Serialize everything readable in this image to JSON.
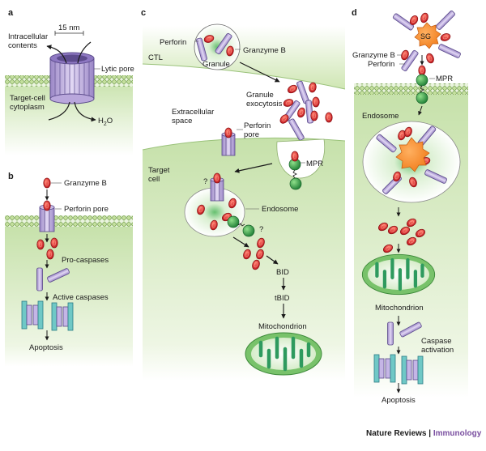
{
  "figure": {
    "credit": {
      "journal": "Nature Reviews",
      "separator": " | ",
      "section": "Immunology"
    },
    "colors": {
      "cytoplasm_green": "#cfe6b3",
      "membrane_green": "#8fbf5a",
      "perforin_purple": "#b8a6d8",
      "perforin_dark": "#6a5a9a",
      "granzyme_red": "#d8242a",
      "mpr_green": "#2f9a46",
      "caspase_teal": "#5cc0c0",
      "sg_orange": "#f58a2a",
      "mitochondrion": "#7cc36a",
      "credit_purple": "#7a4fa0"
    }
  },
  "panel_a": {
    "letter": "a",
    "scale": "15 nm",
    "labels": {
      "intracellular": [
        "Intracellular",
        "contents"
      ],
      "lytic_pore": "Lytic pore",
      "cytoplasm": [
        "Target-cell",
        "cytoplasm"
      ],
      "water": "H",
      "water_sub": "2",
      "water_end": "O"
    }
  },
  "panel_b": {
    "letter": "b",
    "labels": {
      "granzyme": "Granzyme B",
      "pore": "Perforin pore",
      "procaspases": "Pro-caspases",
      "active": "Active caspases",
      "apoptosis": "Apoptosis"
    }
  },
  "panel_c": {
    "letter": "c",
    "labels": {
      "perforin": "Perforin",
      "granzyme": "Granzyme B",
      "ctl": "CTL",
      "granule": "Granule",
      "exocytosis": [
        "Granule",
        "exocytosis"
      ],
      "extracellular": [
        "Extracellular",
        "space"
      ],
      "perforin_pore": [
        "Perforin",
        "pore"
      ],
      "mpr": "MPR",
      "target": [
        "Target",
        "cell"
      ],
      "question": "?",
      "endosome": "Endosome",
      "bid": "BID",
      "tbid": "tBID",
      "mitochondrion": "Mitochondrion"
    }
  },
  "panel_d": {
    "letter": "d",
    "labels": {
      "sg": "SG",
      "granzyme": "Granzyme B",
      "perforin": "Perforin",
      "mpr": "MPR",
      "endosome": "Endosome",
      "mitochondrion": "Mitochondrion",
      "caspase": [
        "Caspase",
        "activation"
      ],
      "apoptosis": "Apoptosis"
    }
  }
}
